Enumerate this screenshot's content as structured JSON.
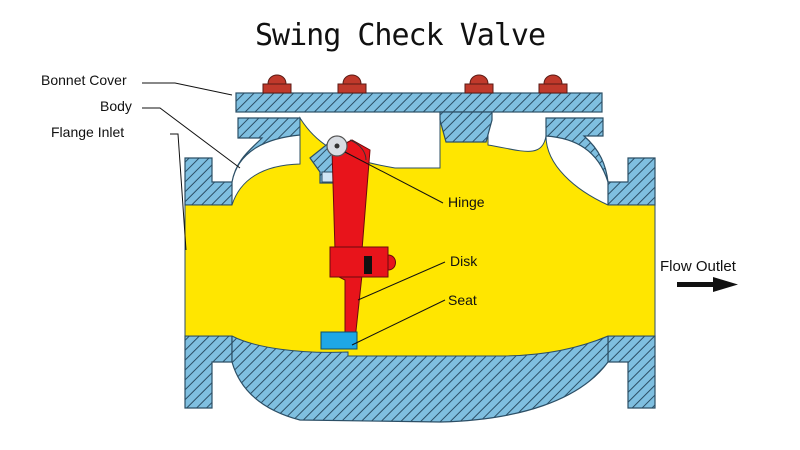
{
  "diagram": {
    "title": "Swing Check Valve",
    "labels": {
      "bonnet_cover": "Bonnet Cover",
      "body": "Body",
      "flange_inlet": "Flange Inlet",
      "hinge": "Hinge",
      "disk": "Disk",
      "seat": "Seat",
      "flow_outlet": "Flow Outlet"
    },
    "colors": {
      "fluid": "#ffe600",
      "metal_hatch": "#6aaed6",
      "hatch_line": "#2c4f66",
      "disk": "#e8141b",
      "bolt": "#c0392b",
      "seat": "#1ea7e6",
      "hinge_pin": "#d9dde3"
    }
  }
}
